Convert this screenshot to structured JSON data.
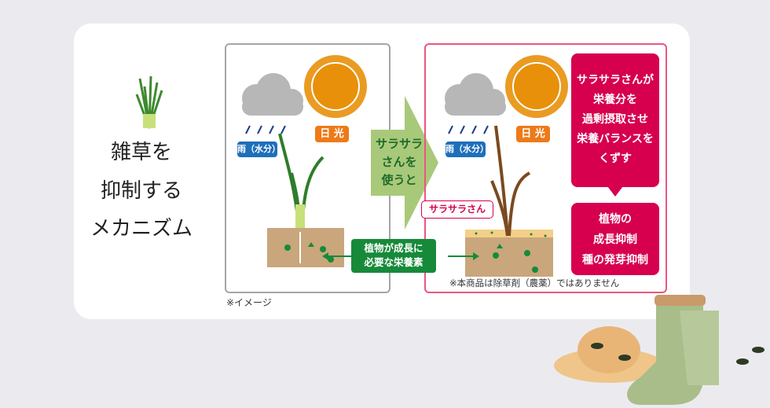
{
  "heading": {
    "line1": "雑草を",
    "line2": "抑制する",
    "line3": "メカニズム"
  },
  "left_panel": {
    "rain_label": "雨（水分）",
    "sun_label": "日 光",
    "note": "※イメージ"
  },
  "arrow_label": {
    "line1": "サラサラ",
    "line2": "さんを",
    "line3": "使うと"
  },
  "nutrients_label": {
    "line1": "植物が成長に",
    "line2": "必要な栄養素"
  },
  "right_panel": {
    "rain_label": "雨（水分）",
    "sun_label": "日 光",
    "product_tag": "サラサラさん",
    "callout1": [
      "サラサラさんが",
      "栄養分を",
      "過剰摂取させ",
      "栄養バランスを",
      "くずす"
    ],
    "callout2": [
      "植物の",
      "成長抑制",
      "種の発芽抑制"
    ],
    "disclaimer": "※本商品は除草剤（農薬）ではありません"
  },
  "colors": {
    "magenta": "#d6004f",
    "green": "#178a3a",
    "orange": "#ee7a18",
    "blue": "#1f6fba",
    "arrow": "#a9c97a"
  }
}
